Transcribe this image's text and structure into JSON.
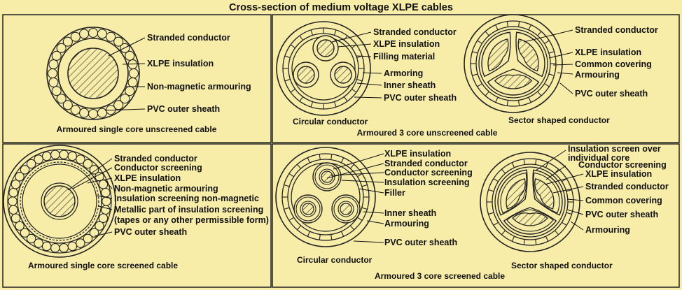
{
  "title": "Cross-section of medium voltage XLPE cables",
  "colors": {
    "background": "#f7eca8",
    "ink": "#111111",
    "hatch": "#333333"
  },
  "panels": {
    "p1": {
      "caption": "Armoured single core unscreened cable",
      "labels": [
        "Stranded conductor",
        "XLPE insulation",
        "Non-magnetic armouring",
        "PVC outer sheath"
      ]
    },
    "p2": {
      "caption": "Armoured 3 core unscreened cable",
      "sub_left": "Circular conductor",
      "sub_right": "Sector shaped conductor",
      "left_labels": [
        "Stranded conductor",
        "XLPE insulation",
        "Filling material",
        "Armoring",
        "Inner sheath",
        "PVC outer sheath"
      ],
      "right_labels": [
        "Stranded conductor",
        "XLPE insulation",
        "Common covering",
        "Armouring",
        "PVC outer sheath"
      ]
    },
    "p3": {
      "caption": "Armoured single core screened cable",
      "labels": [
        "Stranded conductor",
        "Conductor screening",
        "XLPE insulation",
        "Non-magnetic armouring",
        "Insulation screening non-magnetic",
        "Metallic part of insulation screening",
        "(tapes or any other permissible form)",
        "PVC outer sheath"
      ]
    },
    "p4": {
      "caption": "Armoured 3 core screened cable",
      "sub_left": "Circular conductor",
      "sub_right": "Sector shaped conductor",
      "left_labels": [
        "XLPE insulation",
        "Stranded conductor",
        "Conductor screening",
        "Insulation screening",
        "Filler",
        "Inner sheath",
        "Armouring",
        "PVC outer sheath"
      ],
      "right_labels": [
        "Insulation screen over",
        "individual core",
        "Conductor screening",
        "XLPE insulation",
        "Stranded conductor",
        "Common covering",
        "PVC outer sheath",
        "Armouring"
      ]
    }
  }
}
